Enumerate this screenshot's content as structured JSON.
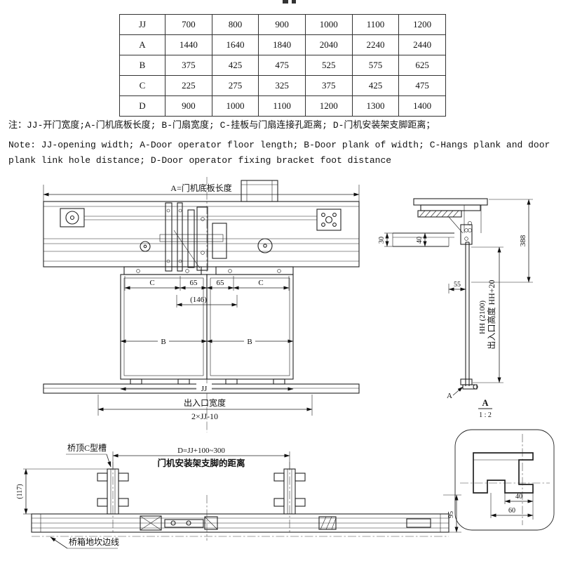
{
  "spec_table": {
    "rows": [
      {
        "label": "JJ",
        "values": [
          "700",
          "800",
          "900",
          "1000",
          "1100",
          "1200"
        ]
      },
      {
        "label": "A",
        "values": [
          "1440",
          "1640",
          "1840",
          "2040",
          "2240",
          "2440"
        ]
      },
      {
        "label": "B",
        "values": [
          "375",
          "425",
          "475",
          "525",
          "575",
          "625"
        ]
      },
      {
        "label": "C",
        "values": [
          "225",
          "275",
          "325",
          "375",
          "425",
          "475"
        ]
      },
      {
        "label": "D",
        "values": [
          "900",
          "1000",
          "1100",
          "1200",
          "1300",
          "1400"
        ]
      }
    ]
  },
  "notes": {
    "zh": "注：JJ-开门宽度;A-门机底板长度; B-门扇宽度; C-挂板与门扇连接孔距离; D-门机安装架支脚距离；",
    "en": "Note: JJ-opening width; A-Door operator floor length; B-Door plank of width; C-Hangs plank and door plank link hole distance; D-Door operator fixing bracket foot distance"
  },
  "front_view": {
    "dim_a_label": "A=门机底板长度",
    "dim_c_left": "C",
    "dim_65_left": "65",
    "dim_65_right": "65",
    "dim_c_right": "C",
    "dim_146": "(146)",
    "dim_b_left": "B",
    "dim_b_right": "B",
    "dim_jj": "JJ",
    "opening_width_label": "出入口宽度",
    "opening_width_formula": "2×JJ-10"
  },
  "side_view": {
    "dim_30": "30",
    "dim_40": "40",
    "dim_388": "388",
    "dim_55": "55",
    "dim_hh": "HH (2100)",
    "opening_height_label": "出入口高度 HH+20",
    "detail_callout": "A",
    "detail_title": "A",
    "detail_scale": "1 : 2"
  },
  "bottom_view": {
    "c_channel_label": "桥顶C型槽",
    "dim_d_formula": "D=JJ+100~300",
    "bracket_distance_label": "门机安装架支脚的距离",
    "dim_117": "(117)",
    "sill_edge_label": "桥箱地坎边线",
    "dim_95": "95"
  },
  "detail_view": {
    "dim_40": "40",
    "dim_60": "60"
  }
}
